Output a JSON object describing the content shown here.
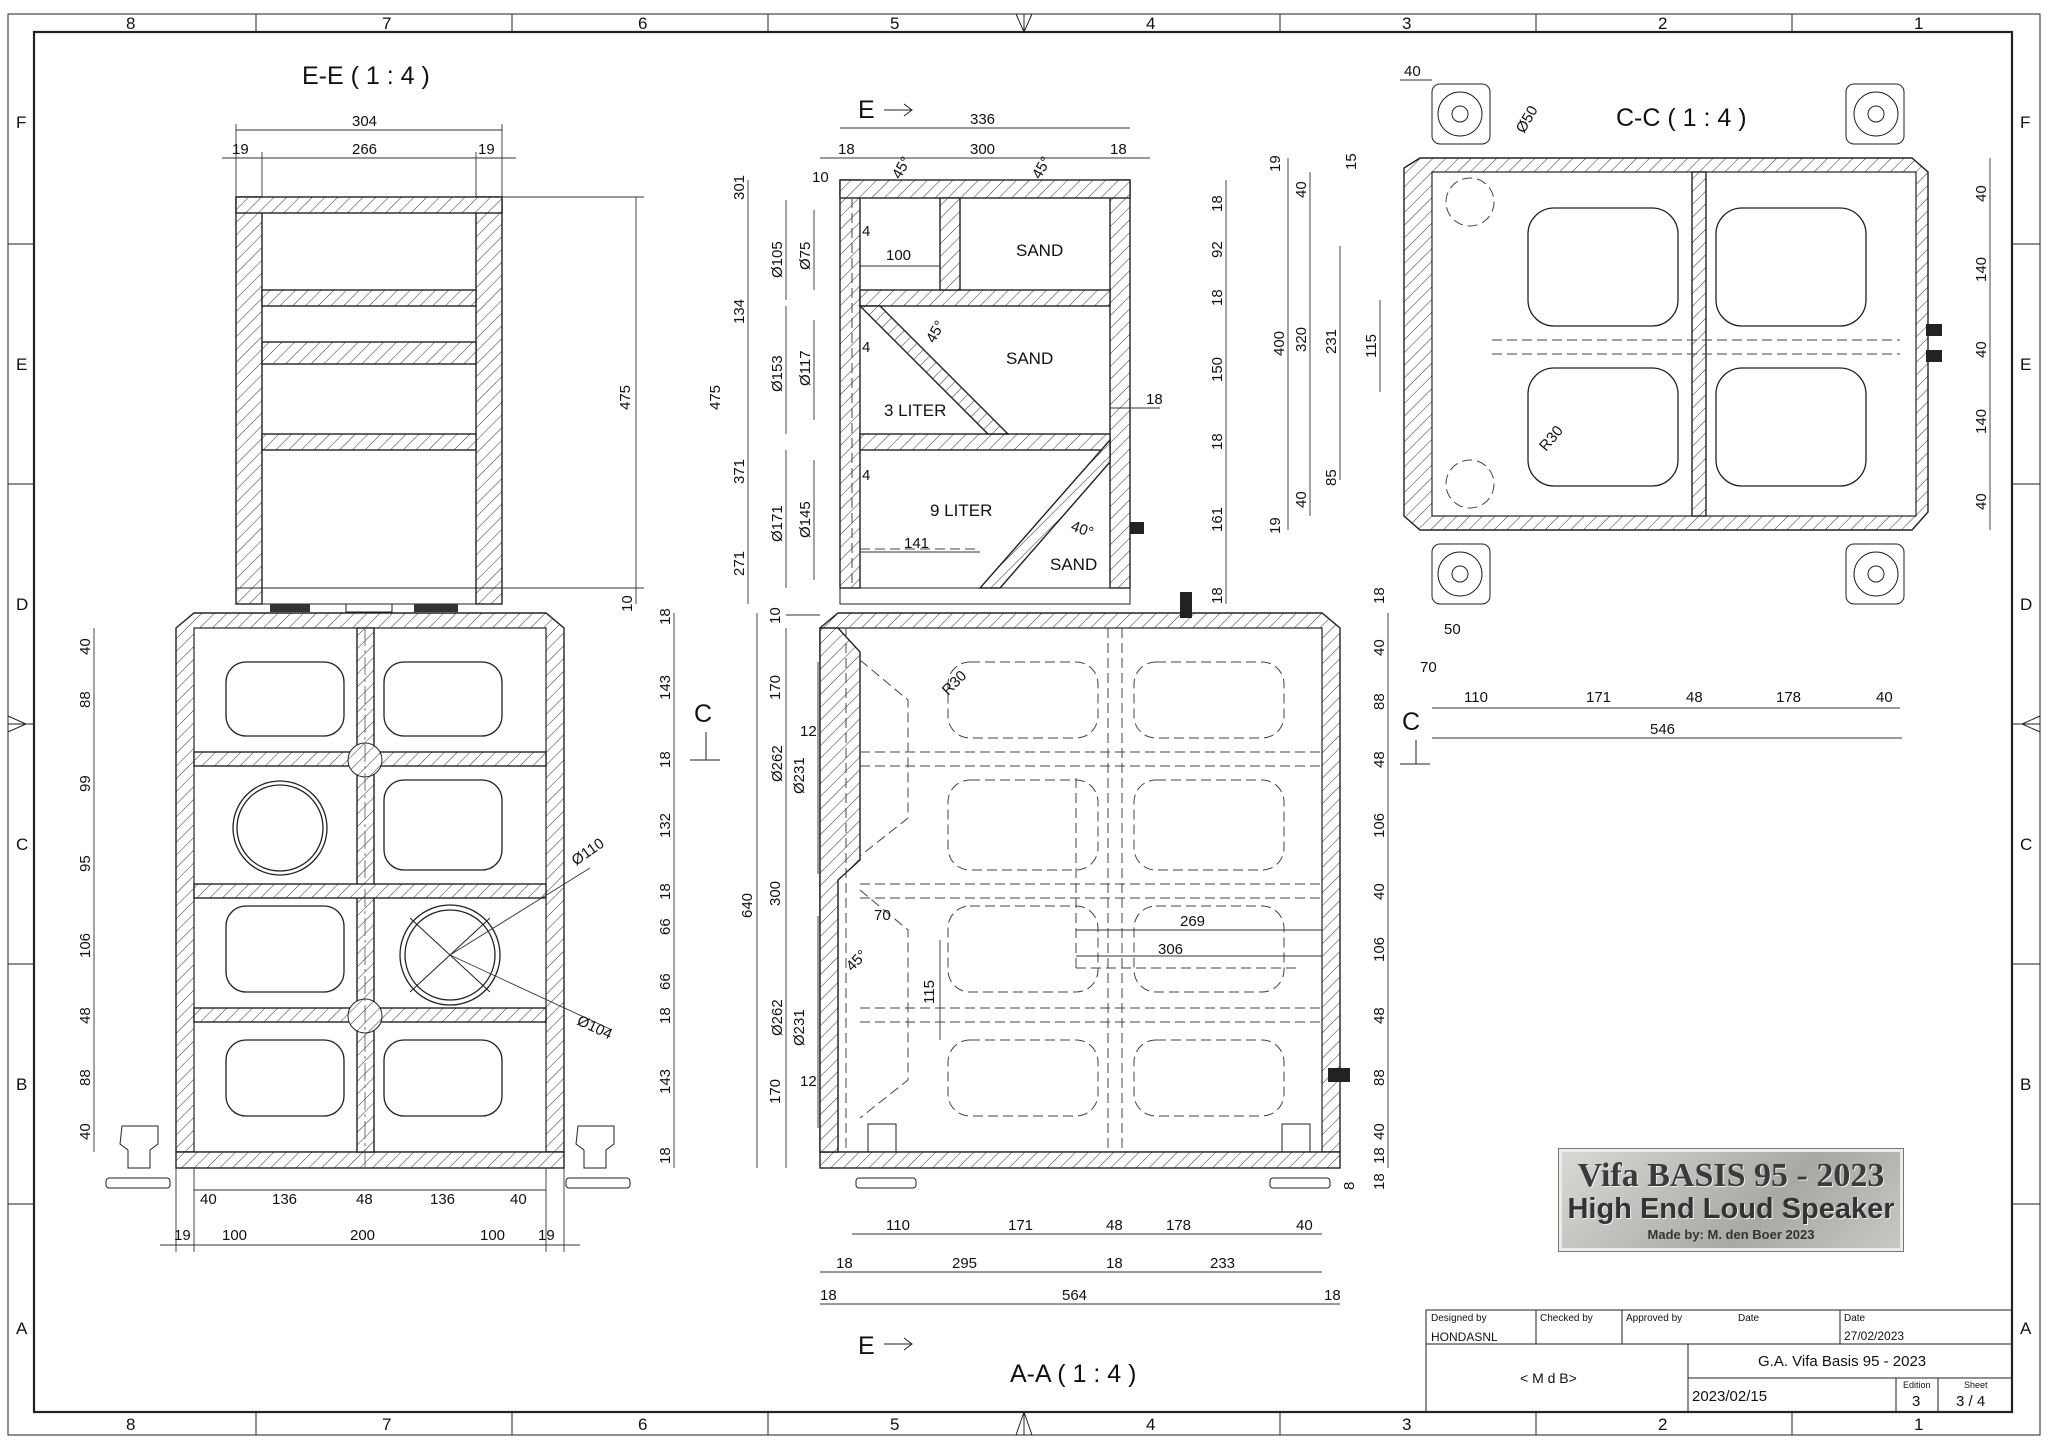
{
  "border": {
    "col_numbers": [
      "8",
      "7",
      "6",
      "5",
      "4",
      "3",
      "2",
      "1"
    ],
    "row_letters": [
      "F",
      "E",
      "D",
      "C",
      "B",
      "A"
    ]
  },
  "views": {
    "ee_title": "E-E ( 1 : 4 )",
    "cc_title": "C-C ( 1 : 4 )",
    "aa_title": "A-A ( 1 : 4 )",
    "section_e": "E",
    "section_c": "C"
  },
  "labels": {
    "sand": "SAND",
    "liter3": "3 LITER",
    "liter9": "9 LITER",
    "r30": "R30",
    "d50": "Ø50",
    "d110": "Ø110",
    "d104": "Ø104",
    "d105": "Ø105",
    "d75": "Ø75",
    "d153": "Ø153",
    "d117": "Ø117",
    "d171": "Ø171",
    "d145": "Ø145",
    "d262": "Ø262",
    "d231": "Ø231",
    "a45": "45°",
    "a40": "40°"
  },
  "dims": {
    "d304": "304",
    "d266": "266",
    "d19": "19",
    "d475": "475",
    "d10": "10",
    "d40": "40",
    "d88": "88",
    "d99": "99",
    "d95": "95",
    "d106": "106",
    "d48": "48",
    "d143": "143",
    "d18": "18",
    "d132": "132",
    "d66": "66",
    "d136": "136",
    "d100": "100",
    "d200": "200",
    "d336": "336",
    "d300": "300",
    "d301": "301",
    "d134": "134",
    "d371": "371",
    "d271": "271",
    "d4": "4",
    "d92": "92",
    "d150": "150",
    "d161": "161",
    "d141": "141",
    "d170": "170",
    "d12": "12",
    "d640": "640",
    "d70": "70",
    "d115": "115",
    "d269": "269",
    "d306": "306",
    "d8": "8",
    "d110": "110",
    "d171": "171",
    "d178": "178",
    "d295": "295",
    "d233": "233",
    "d564": "564",
    "d15": "15",
    "d400": "400",
    "d320": "320",
    "d231": "231",
    "d85": "85",
    "d140": "140",
    "d50": "50",
    "d546": "546"
  },
  "nameplate": {
    "line1": "Vifa BASIS 95 - 2023",
    "line2": "High End Loud Speaker",
    "line3": "Made by: M. den Boer 2023"
  },
  "title_block": {
    "designed_by_label": "Designed by",
    "checked_by_label": "Checked by",
    "approved_by_label": "Approved by",
    "date_label": "Date",
    "date2_label": "Date",
    "designer": "HONDASNL",
    "date_value": "27/02/2023",
    "company": "< M d B>",
    "title": "G.A. Vifa Basis 95 - 2023",
    "doc_date": "2023/02/15",
    "edition_label": "Edition",
    "edition": "3",
    "sheet_label": "Sheet",
    "sheet": "3 / 4"
  }
}
